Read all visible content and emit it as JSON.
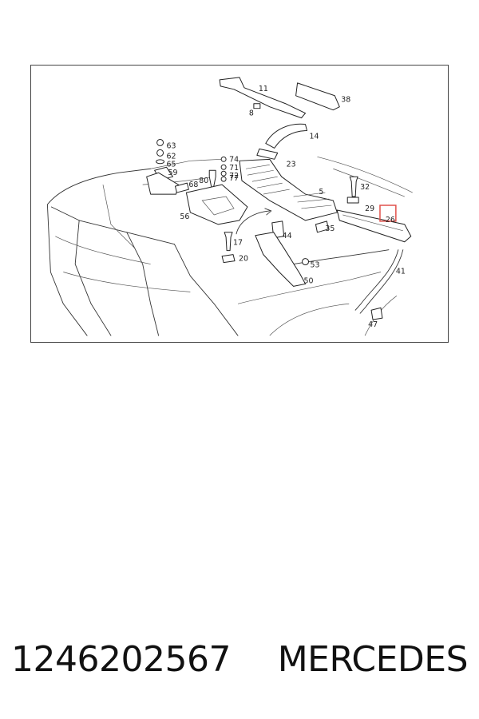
{
  "diagram": {
    "callouts": [
      "11",
      "38",
      "8",
      "14",
      "63",
      "62",
      "65",
      "59",
      "74",
      "71",
      "72",
      "77",
      "80",
      "68",
      "23",
      "5",
      "32",
      "29",
      "26",
      "56",
      "17",
      "20",
      "44",
      "35",
      "53",
      "50",
      "41",
      "47"
    ],
    "highlight_color": "#e0504a"
  },
  "footer": {
    "part_number": "1246202567",
    "brand": "MERCEDES"
  }
}
